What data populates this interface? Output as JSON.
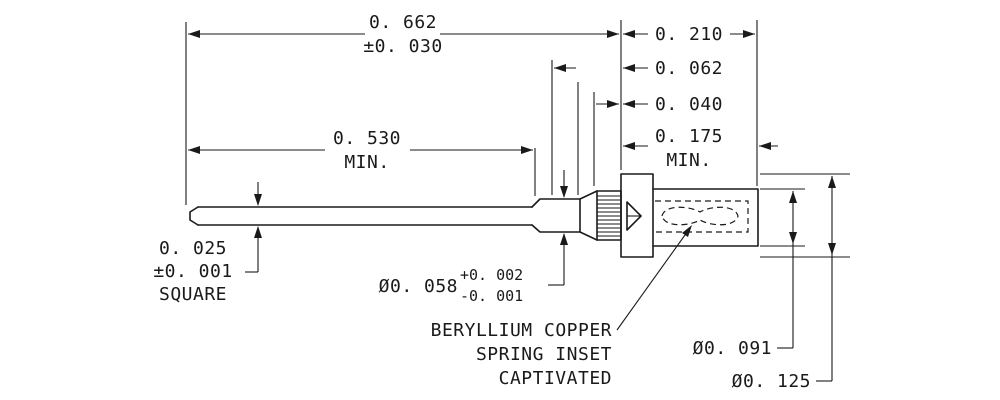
{
  "dimensions": {
    "overall_length": "0. 662",
    "overall_tolerance": "±0. 030",
    "tail_length": "0. 530",
    "tail_length_qualifier": "MIN.",
    "head_length": "0. 210",
    "collar_length": "0. 062",
    "flange_thickness": "0. 040",
    "socket_depth": "0. 175",
    "socket_depth_qualifier": "MIN.",
    "pin_size": "0. 025",
    "pin_tolerance": "±0. 001",
    "pin_shape": "SQUARE",
    "shank_diameter": "Ø0. 058",
    "shank_tol_plus": "+0. 002",
    "shank_tol_minus": "-0. 001",
    "body_diameter": "Ø0. 091",
    "flange_diameter": "Ø0. 125"
  },
  "note": {
    "line1": "BERYLLIUM COPPER",
    "line2": "SPRING INSET",
    "line3": "CAPTIVATED"
  }
}
